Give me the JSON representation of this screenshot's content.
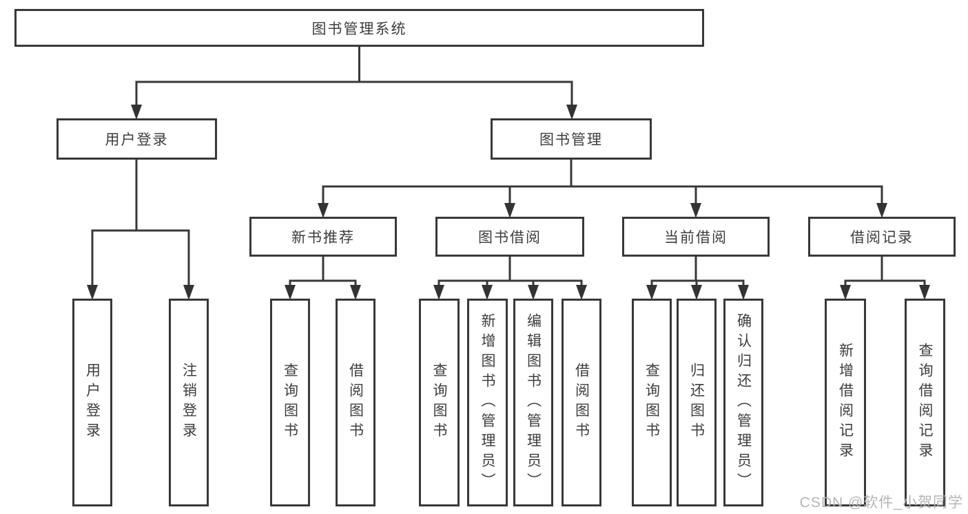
{
  "tree": {
    "label": "图书管理系统",
    "children": [
      {
        "label": "用户登录",
        "children": [
          {
            "label": "用户登录"
          },
          {
            "label": "注销登录"
          }
        ]
      },
      {
        "label": "图书管理",
        "children": [
          {
            "label": "新书推荐",
            "children": [
              {
                "label": "查询图书"
              },
              {
                "label": "借阅图书"
              }
            ]
          },
          {
            "label": "图书借阅",
            "children": [
              {
                "label": "查询图书"
              },
              {
                "label": "新增图书（管理员）"
              },
              {
                "label": "编辑图书（管理员）"
              },
              {
                "label": "借阅图书"
              }
            ]
          },
          {
            "label": "当前借阅",
            "children": [
              {
                "label": "查询图书"
              },
              {
                "label": "归还图书"
              },
              {
                "label": "确认归还（管理员）"
              }
            ]
          },
          {
            "label": "借阅记录",
            "children": [
              {
                "label": "新增借阅记录"
              },
              {
                "label": "查询借阅记录"
              }
            ]
          }
        ]
      }
    ]
  },
  "watermark": "CSDN @软件_小贺同学",
  "colors": {
    "line": "#383838",
    "arrow": "#333333",
    "box_border": "#383838",
    "text": "#3d3d3d",
    "watermark": "#b5b5b5",
    "background": "#ffffff"
  }
}
